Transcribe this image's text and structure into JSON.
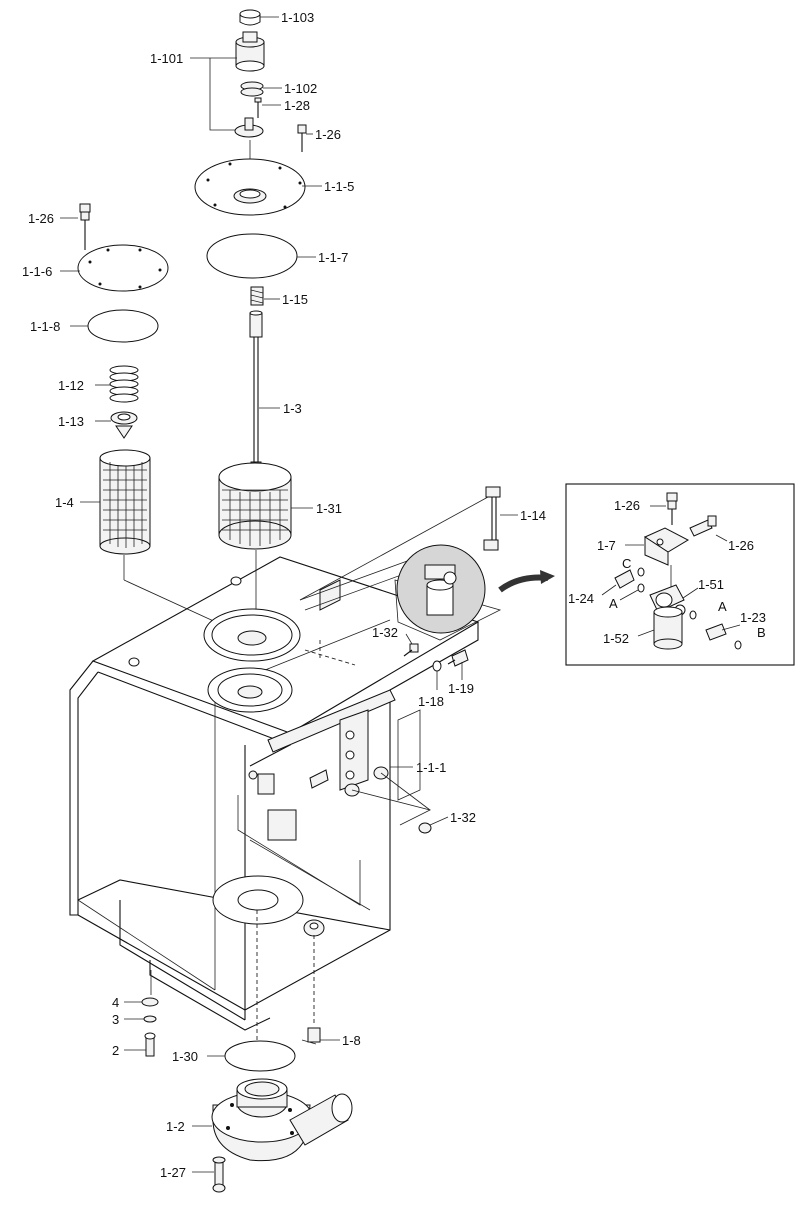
{
  "labels": {
    "l_1_103": "1-103",
    "l_1_101": "1-101",
    "l_1_102": "1-102",
    "l_1_28": "1-28",
    "l_1_26_top": "1-26",
    "l_1_1_5": "1-1-5",
    "l_1_26_left": "1-26",
    "l_1_1_7": "1-1-7",
    "l_1_1_6": "1-1-6",
    "l_1_15": "1-15",
    "l_1_1_8": "1-1-8",
    "l_1_12": "1-12",
    "l_1_3": "1-3",
    "l_1_13": "1-13",
    "l_1_4": "1-4",
    "l_1_31": "1-31",
    "l_1_14": "1-14",
    "l_1_32_upper": "1-32",
    "l_1_18": "1-18",
    "l_1_19": "1-19",
    "l_1_1_1": "1-1-1",
    "l_1_32_lower": "1-32",
    "l_4": "4",
    "l_3": "3",
    "l_2": "2",
    "l_1_30": "1-30",
    "l_1_8": "1-8",
    "l_1_2": "1-2",
    "l_1_27": "1-27"
  },
  "detail": {
    "d_1_26_a": "1-26",
    "d_1_26_b": "1-26",
    "d_1_7": "1-7",
    "d_C": "C",
    "d_1_51": "1-51",
    "d_1_24": "1-24",
    "d_A_left": "A",
    "d_A_right": "A",
    "d_1_23": "1-23",
    "d_B": "B",
    "d_1_52": "1-52"
  }
}
